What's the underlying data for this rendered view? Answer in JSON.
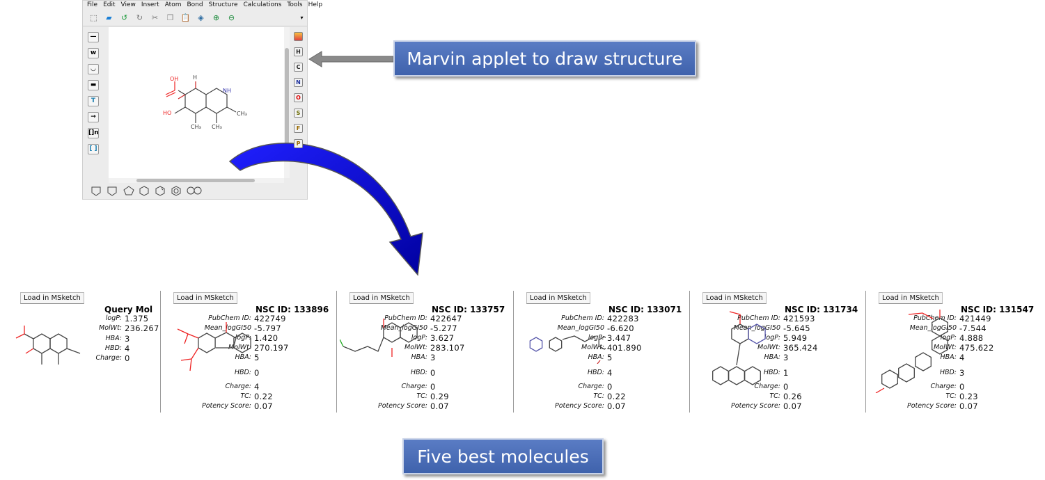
{
  "marvin": {
    "menu": [
      "File",
      "Edit",
      "View",
      "Insert",
      "Atom",
      "Bond",
      "Structure",
      "Calculations",
      "Tools",
      "Help"
    ],
    "toolbar_icons": [
      "select-icon",
      "eraser-icon",
      "undo-icon",
      "redo-icon",
      "cut-icon",
      "copy-icon",
      "paste-icon",
      "clean-icon",
      "zoom-in-icon",
      "zoom-out-icon"
    ],
    "left_tools": [
      "—",
      "w",
      "◡",
      "▬",
      "T",
      "→",
      "[]n",
      "[ ]"
    ],
    "right_tools": [
      "H",
      "C",
      "N",
      "O",
      "S",
      "F",
      "P"
    ],
    "right_tool_colors": [
      "#222",
      "#222",
      "#1b2f9c",
      "#d00",
      "#6a6a00",
      "#9a6a00",
      "#9a6a00"
    ],
    "molecule_labels": {
      "oh": "OH",
      "h": "H",
      "nh": "NH",
      "ho": "HO",
      "ch3": "CH₃"
    }
  },
  "callouts": {
    "marvin": "Marvin applet to draw structure",
    "five": "Five best molecules"
  },
  "results": {
    "load_label": "Load in MSketch",
    "query": {
      "title": "Query Mol",
      "props": [
        [
          "logP:",
          "1.375"
        ],
        [
          "MolWt:",
          "236.267"
        ],
        [
          "HBA:",
          "3"
        ],
        [
          "HBD:",
          "4"
        ],
        [
          "Charge:",
          "0"
        ]
      ]
    },
    "molecules": [
      {
        "title": "NSC ID: 133896",
        "props": [
          [
            "PubChem ID:",
            "422749"
          ],
          [
            "Mean_logGI50",
            "-5.797"
          ],
          [
            "logP:",
            "1.420"
          ],
          [
            "MolWt:",
            "270.197"
          ],
          [
            "HBA:",
            "5"
          ],
          [
            "HBD:",
            "0"
          ],
          [
            "Charge:",
            "4"
          ],
          [
            "TC:",
            "0.22"
          ],
          [
            "Potency Score:",
            "0.07"
          ]
        ]
      },
      {
        "title": "NSC ID: 133757",
        "props": [
          [
            "PubChem ID:",
            "422647"
          ],
          [
            "Mean_logGI50",
            "-5.277"
          ],
          [
            "logP:",
            "3.627"
          ],
          [
            "MolWt:",
            "283.107"
          ],
          [
            "HBA:",
            "3"
          ],
          [
            "HBD:",
            "0"
          ],
          [
            "Charge:",
            "0"
          ],
          [
            "TC:",
            "0.29"
          ],
          [
            "Potency Score:",
            "0.07"
          ]
        ]
      },
      {
        "title": "NSC ID: 133071",
        "props": [
          [
            "PubChem ID:",
            "422283"
          ],
          [
            "Mean_logGI50",
            "-6.620"
          ],
          [
            "logP:",
            "3.447"
          ],
          [
            "MolWt:",
            "401.890"
          ],
          [
            "HBA:",
            "5"
          ],
          [
            "HBD:",
            "4"
          ],
          [
            "Charge:",
            "0"
          ],
          [
            "TC:",
            "0.22"
          ],
          [
            "Potency Score:",
            "0.07"
          ]
        ]
      },
      {
        "title": "NSC ID: 131734",
        "props": [
          [
            "PubChem ID:",
            "421593"
          ],
          [
            "Mean_logGI50",
            "-5.645"
          ],
          [
            "logP:",
            "5.949"
          ],
          [
            "MolWt:",
            "365.424"
          ],
          [
            "HBA:",
            "3"
          ],
          [
            "HBD:",
            "1"
          ],
          [
            "Charge:",
            "0"
          ],
          [
            "TC:",
            "0.26"
          ],
          [
            "Potency Score:",
            "0.07"
          ]
        ]
      },
      {
        "title": "NSC ID: 131547",
        "props": [
          [
            "PubChem ID:",
            "421449"
          ],
          [
            "Mean_logGI50",
            "-7.544"
          ],
          [
            "logP:",
            "4.888"
          ],
          [
            "MolWt:",
            "475.622"
          ],
          [
            "HBA:",
            "4"
          ],
          [
            "HBD:",
            "3"
          ],
          [
            "Charge:",
            "0"
          ],
          [
            "TC:",
            "0.23"
          ],
          [
            "Potency Score:",
            "0.07"
          ]
        ]
      }
    ]
  }
}
